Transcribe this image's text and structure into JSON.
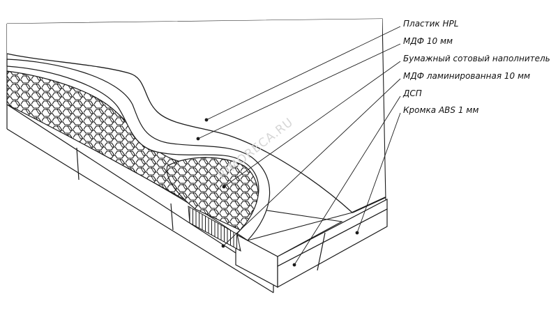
{
  "labels": [
    "Пластик HPL",
    "МДФ 10 мм",
    "Бумажный сотовый наполнитель",
    "МДФ ламинированная 10 мм",
    "ДСП",
    "Кромка ABS 1 мм"
  ],
  "watermark": "RIMORECA.RU",
  "colors": {
    "line": "#1a1a1a",
    "watermark": "#d6d6d6",
    "background": "#ffffff"
  }
}
